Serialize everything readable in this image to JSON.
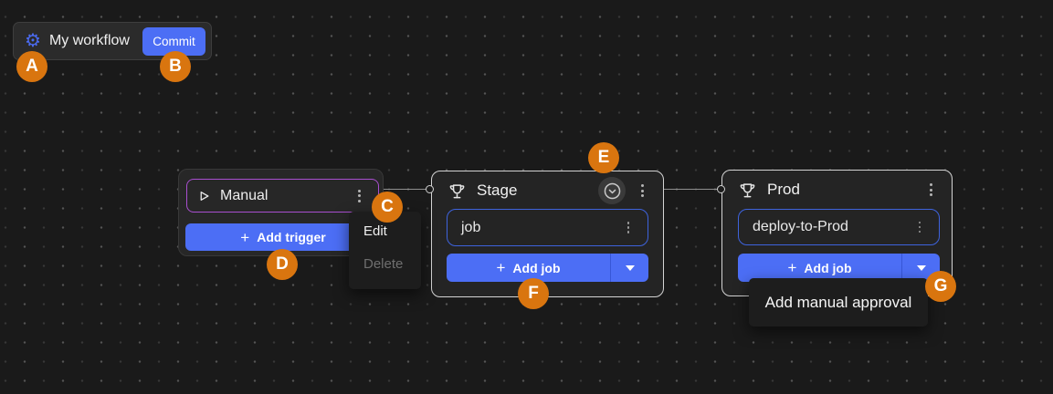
{
  "workflow_panel": {
    "title": "My workflow",
    "commit_label": "Commit"
  },
  "icons": {
    "gear": "⚙",
    "plus": "+"
  },
  "trigger_card": {
    "label": "Manual",
    "add_button": "Add trigger"
  },
  "context_menu": {
    "edit": "Edit",
    "delete": "Delete"
  },
  "stage_card": {
    "title": "Stage",
    "job_label": "job",
    "add_button": "Add job"
  },
  "prod_card": {
    "title": "Prod",
    "job_label": "deploy-to-Prod",
    "add_button": "Add job"
  },
  "approval_menu": {
    "label": "Add manual approval"
  },
  "markers": {
    "a": "A",
    "b": "B",
    "c": "C",
    "d": "D",
    "e": "E",
    "f": "F",
    "g": "G"
  },
  "colors": {
    "accent_blue": "#4c6ef5",
    "purple_border": "#a94fd0",
    "blue_border": "#3e63dd",
    "marker_orange": "#d9750f",
    "card_border": "#d4d4d4"
  }
}
